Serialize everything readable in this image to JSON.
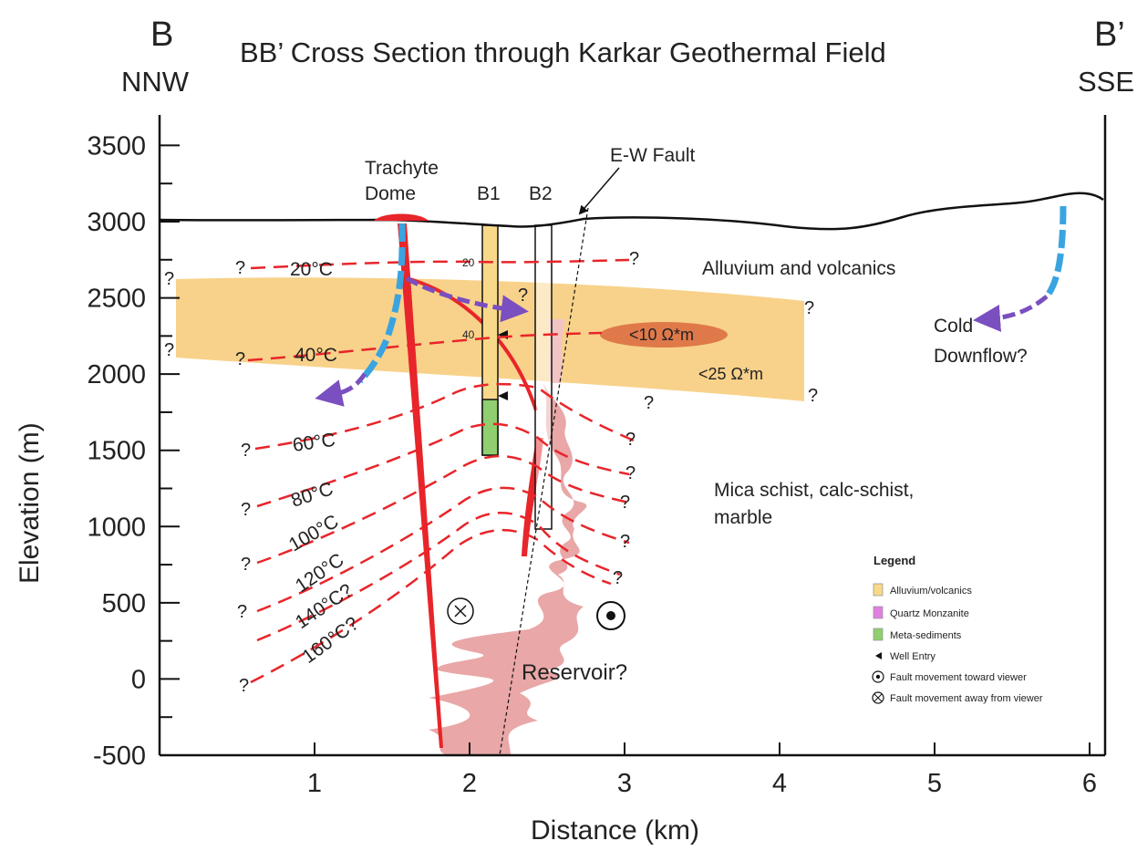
{
  "header": {
    "left_letter": "B",
    "left_dir": "NNW",
    "right_letter": "B’",
    "right_dir": "SSE",
    "title": "BB’ Cross Section through Karkar Geothermal Field"
  },
  "axes": {
    "xlabel": "Distance (km)",
    "ylabel": "Elevation (m)",
    "xticks": [
      "1",
      "2",
      "3",
      "4",
      "5",
      "6"
    ],
    "yticks": [
      "3500",
      "3000",
      "2500",
      "2000",
      "1500",
      "1000",
      "500",
      "0",
      "-500"
    ],
    "xlim": [
      0,
      6.1
    ],
    "ylim": [
      -500,
      3700
    ]
  },
  "labels": {
    "trachyte": [
      "Trachyte",
      "Dome"
    ],
    "b1": "B1",
    "b2": "B2",
    "fault": "E-W Fault",
    "alluvium": "Alluvium and volcanics",
    "cold": [
      "Cold",
      "Downflow?"
    ],
    "res10": "<10 Ω*m",
    "res25": "<25 Ω*m",
    "mica": [
      "Mica schist, calc-schist,",
      "marble"
    ],
    "reservoir": "Reservoir?",
    "well20": "20",
    "well40": "40"
  },
  "isotherms": [
    {
      "label": "20°C"
    },
    {
      "label": "40°C"
    },
    {
      "label": "60°C"
    },
    {
      "label": "80°C"
    },
    {
      "label": "100°C"
    },
    {
      "label": "120°C"
    },
    {
      "label": "140°C?"
    },
    {
      "label": "160°C?"
    }
  ],
  "question_mark": "?",
  "legend": {
    "title": "Legend",
    "items": [
      {
        "label": "Alluvium/volcanics",
        "color": "#f8d98a"
      },
      {
        "label": "Quartz Monzanite",
        "color": "#e080e0"
      },
      {
        "label": "Meta-sediments",
        "color": "#8fcf6f"
      },
      {
        "label": "Well Entry",
        "icon": "triangle-icon"
      },
      {
        "label": "Fault movement toward viewer",
        "icon": "dot-circle-icon"
      },
      {
        "label": "Fault movement away from viewer",
        "icon": "cross-circle-icon"
      }
    ]
  },
  "colors": {
    "alluvium": "#f8d28a",
    "low_res": "#e0794a",
    "isotherm": "#e8252a",
    "fault_zone": "#e8a2a2",
    "cold_flow": "#3aa4e0",
    "arrow": "#7a4fbf",
    "meta": "#8fcf6f"
  }
}
